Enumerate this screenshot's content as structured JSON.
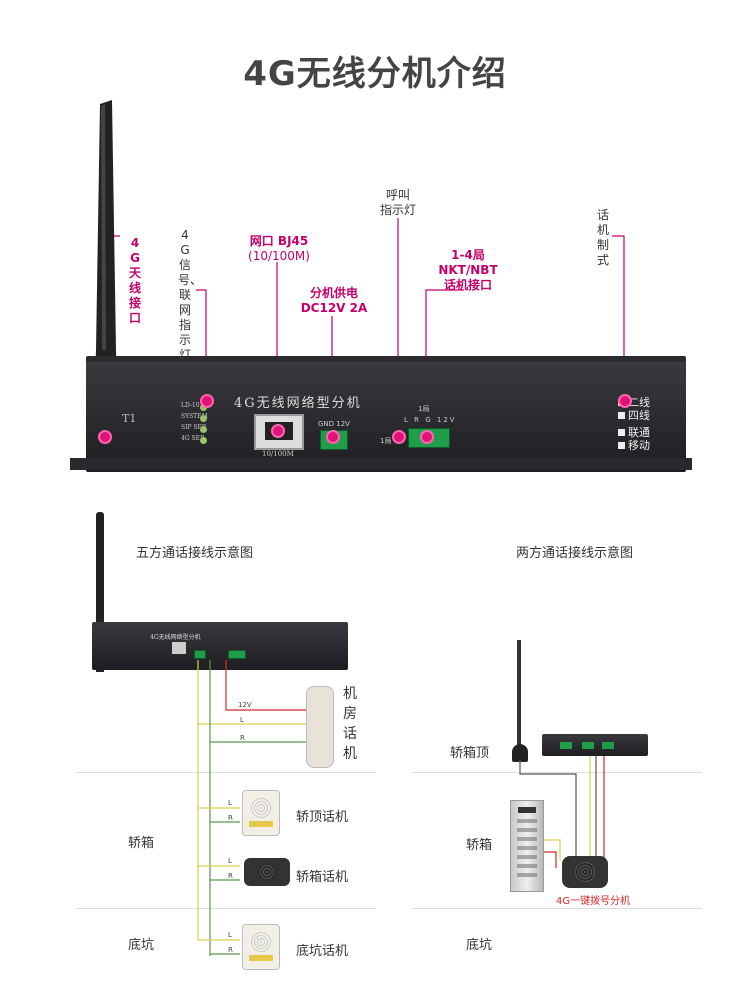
{
  "title": "4G无线分机介绍",
  "callouts": {
    "antenna": "4G天线接口",
    "signal": "4G信号、联网指示灯",
    "network_port": "网口 BJ45",
    "network_port_spec": "(10/100M)",
    "power": "分机供电",
    "power_spec": "DC12V 2A",
    "call_light": "呼叫",
    "call_light2": "指示灯",
    "phone_if_1": "1-4局",
    "phone_if_2": "NKT/NBT",
    "phone_if_3": "话机接口",
    "phone_mode": "话机制式"
  },
  "device": {
    "name": "4G无线网络型分机",
    "leds": [
      "LD-10?",
      "SYSTEM",
      "SIP SER",
      "4G SER"
    ],
    "port_label": "10/100M",
    "power_label": "GND 12V",
    "phone_labels": "L R G 12V",
    "call_label": "1局",
    "call_label2": "1局",
    "modes": [
      "二线",
      "四线",
      "联通",
      "移动"
    ],
    "slot": "T1"
  },
  "diagram_left": {
    "heading": "五方通话接线示意图",
    "device_name": "4G无线网络型分机",
    "wires": [
      "12V",
      "L",
      "R"
    ],
    "room_phone": "机房话机",
    "car_label": "轿箱",
    "pit_label": "底坑",
    "top_phone": "轿顶话机",
    "car_phone": "轿箱话机",
    "pit_phone": "底坑话机",
    "lr_top": [
      "L",
      "R"
    ],
    "lr_car": [
      "L",
      "R"
    ],
    "lr_pit": [
      "L",
      "R"
    ]
  },
  "diagram_right": {
    "heading": "两方通话接线示意图",
    "car_top": "轿箱顶",
    "car_label": "轿箱",
    "pit_label": "底坑",
    "unit_label": "4G一键拨号分机"
  },
  "colors": {
    "accent": "#c4006a",
    "wire_yellow": "#d8d04a",
    "wire_red": "#d8282a",
    "wire_green": "#5a9a4a"
  }
}
